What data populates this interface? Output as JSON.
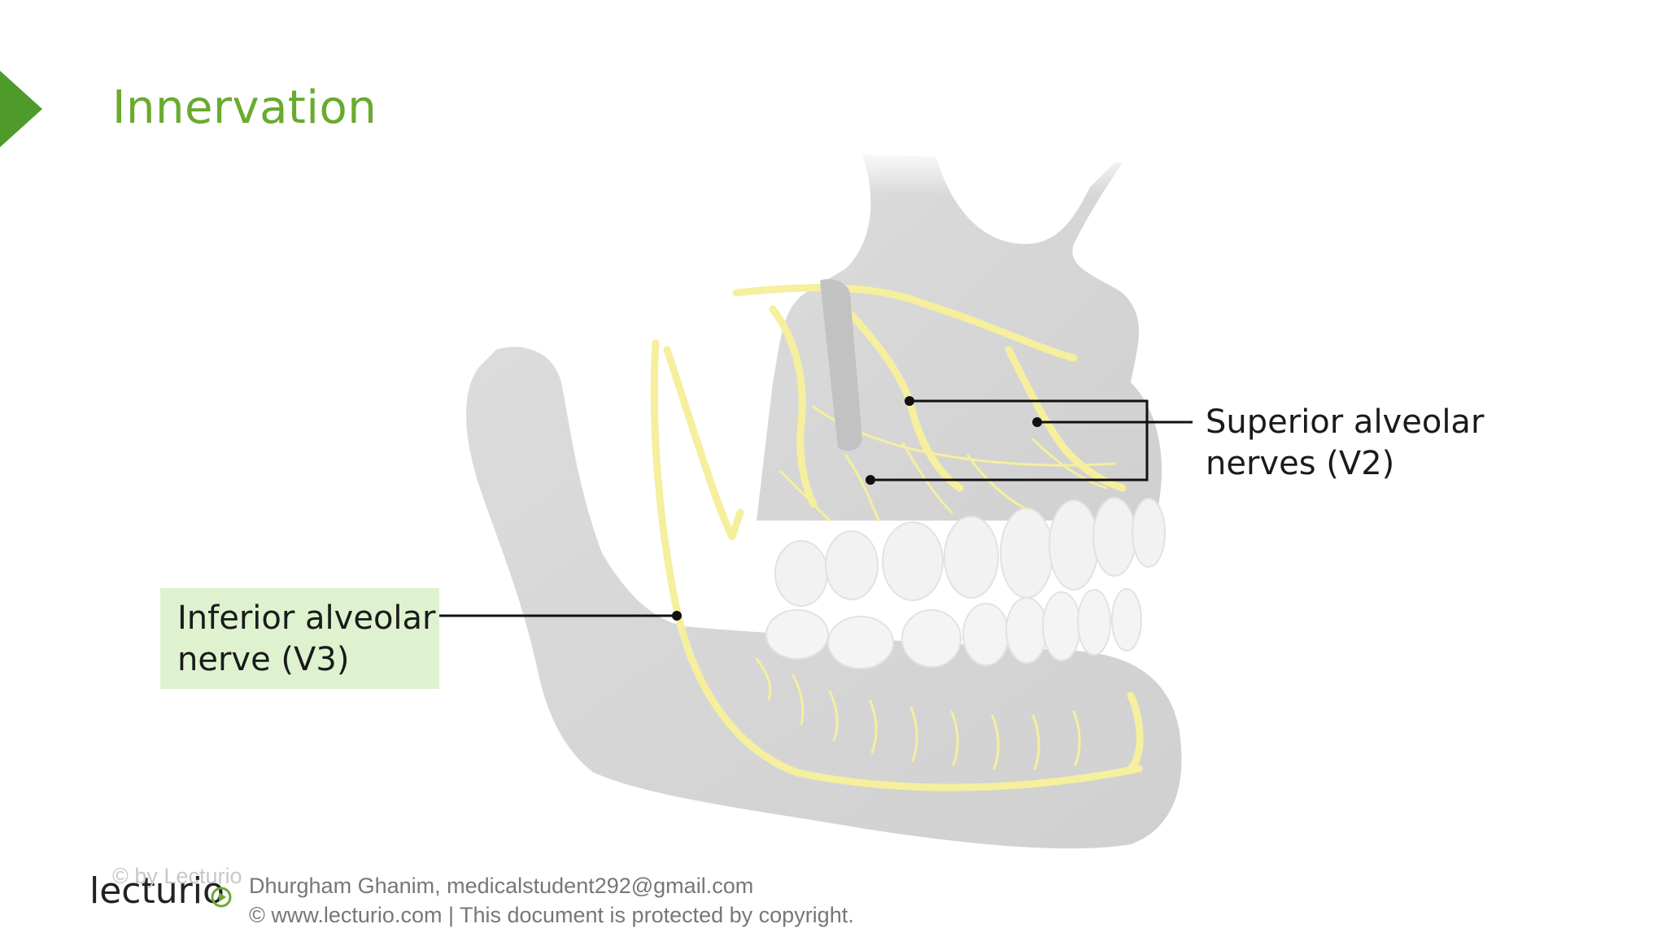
{
  "slide": {
    "title": "Innervation",
    "accent_color": "#6aaa2e",
    "highlight_color": "#def2d0",
    "nerve_color": "#f5ef9e"
  },
  "labels": {
    "inferior": {
      "line1": "Inferior alveolar",
      "line2": "nerve (V3)"
    },
    "superior": {
      "line1": "Superior alveolar",
      "line2": "nerves (V2)"
    }
  },
  "footer": {
    "logo_text": "lecturio",
    "watermark": "© by Lecturio",
    "line1": "Dhurgham Ghanim, medicalstudent292@gmail.com",
    "line2": "© www.lecturio.com | This document is protected by copyright.",
    "line3": ""
  },
  "icons": [
    "title-arrow-icon",
    "lecturio-logo-icon"
  ]
}
